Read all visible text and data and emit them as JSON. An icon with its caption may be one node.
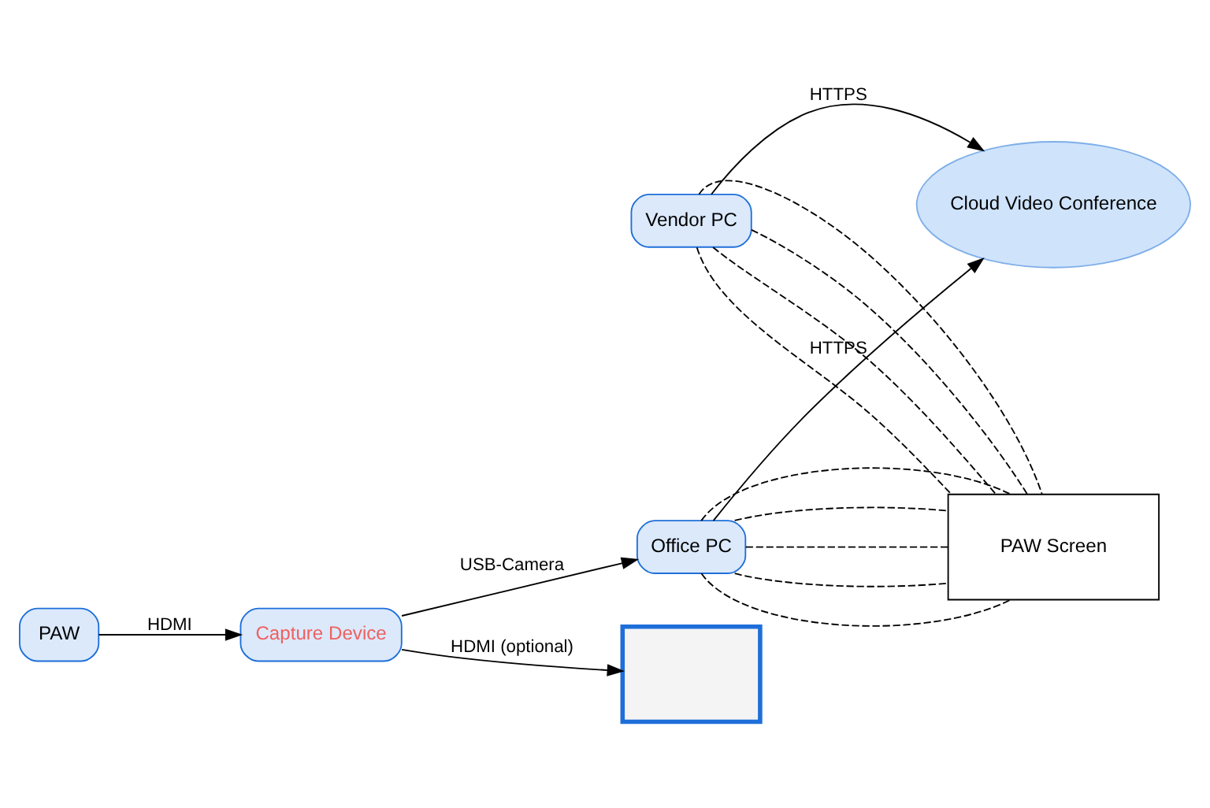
{
  "diagram": {
    "nodes": [
      {
        "text": [
          "Cloud Video Conference"
        ]
      },
      {
        "text": [
          "Vendor PC"
        ]
      },
      {
        "text": [
          "PAW"
        ]
      },
      {
        "text": [
          "Capture Device"
        ]
      },
      {
        "text": [
          "Office PC"
        ]
      },
      {
        "text": [
          "PAW Screen"
        ]
      },
      {
        "text": [],
        "shape": "box"
      }
    ],
    "edges": [
      {
        "from": 1,
        "to": 0,
        "arrow": "to",
        "label": "HTTPS"
      },
      {
        "from": 2,
        "to": 3,
        "arrow": "to",
        "label": "HDMI"
      },
      {
        "from": 3,
        "to": 4,
        "arrow": "to",
        "label": "USB-Camera"
      },
      {
        "from": 3,
        "to": 6,
        "arrow": "to",
        "label": "HDMI (optional)"
      },
      {
        "from": 4,
        "to": 0,
        "arrow": "to",
        "label": "HTTPS"
      },
      {
        "from": 1,
        "to": 5,
        "arrow": "none",
        "style": "dashed"
      },
      {
        "from": 1,
        "to": 5,
        "arrow": "none",
        "style": "dashed"
      },
      {
        "from": 1,
        "to": 5,
        "arrow": "none",
        "style": "dashed"
      },
      {
        "from": 1,
        "to": 5,
        "arrow": "none",
        "style": "dashed"
      },
      {
        "from": 4,
        "to": 5,
        "arrow": "none",
        "style": "dashed"
      },
      {
        "from": 4,
        "to": 5,
        "arrow": "none",
        "style": "dashed"
      },
      {
        "from": 4,
        "to": 5,
        "arrow": "none",
        "style": "dashed"
      },
      {
        "from": 4,
        "to": 5,
        "arrow": "none",
        "style": "dashed"
      },
      {
        "from": 4,
        "to": 5,
        "arrow": "none",
        "style": "dashed"
      }
    ]
  }
}
